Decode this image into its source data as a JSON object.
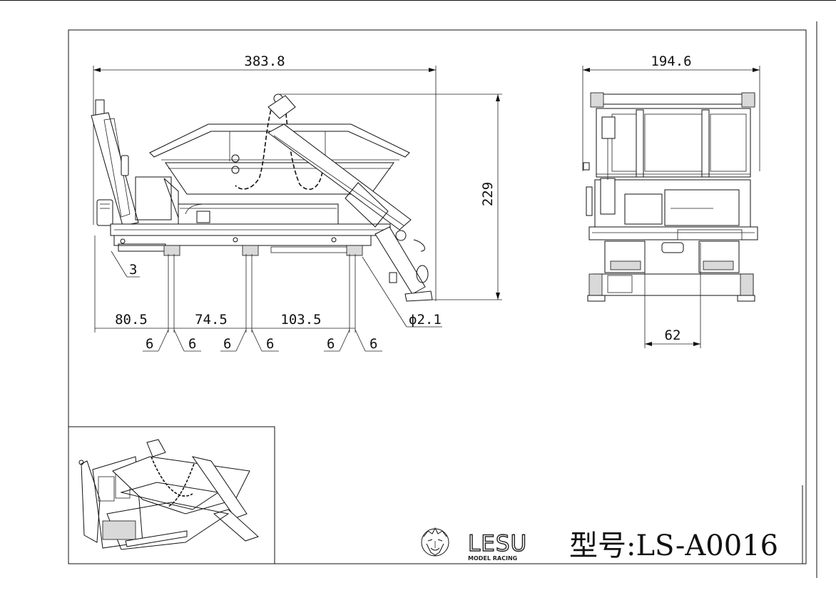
{
  "dimensions": {
    "overall_length": "383.8",
    "overall_width": "194.6",
    "overall_height": "229",
    "offset_3": "3",
    "segment_1": "80.5",
    "segment_2": "74.5",
    "segment_3": "103.5",
    "hole_diameter": "ϕ2.1",
    "slot_width_a1": "6",
    "slot_width_a2": "6",
    "slot_width_b1": "6",
    "slot_width_b2": "6",
    "slot_width_c1": "6",
    "slot_width_c2": "6",
    "front_spacing": "62"
  },
  "title_block": {
    "brand": "LESU",
    "brand_sub": "MODEL RACING",
    "model_label": "型号:LS-A0016"
  },
  "colors": {
    "line": "#111111",
    "background": "#ffffff"
  }
}
